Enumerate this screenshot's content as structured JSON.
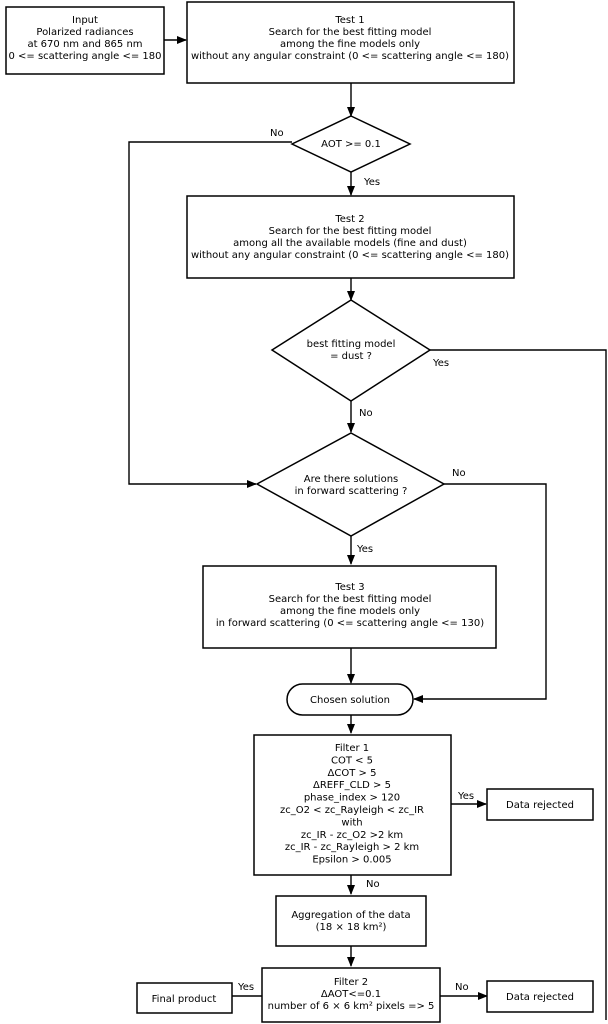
{
  "nodes": {
    "input": [
      "Input",
      "Polarized radiances",
      "at 670 nm and 865 nm",
      "0 <= scattering angle <= 180"
    ],
    "test1": [
      "Test 1",
      "Search for the best fitting model",
      "among the fine models only",
      "without any angular constraint (0 <= scattering angle <= 180)"
    ],
    "dec_aot": [
      "AOT >= 0.1"
    ],
    "test2": [
      "Test 2",
      "Search for the best fitting model",
      "among all the available models (fine and dust)",
      "without any angular constraint (0 <= scattering angle <= 180)"
    ],
    "dec_dust": [
      "best fitting model",
      "= dust ?"
    ],
    "dec_forward": [
      "Are there solutions",
      "in forward scattering ?"
    ],
    "test3": [
      "Test 3",
      "Search for the best fitting model",
      "among the fine models only",
      "in forward scattering (0 <= scattering angle <= 130)"
    ],
    "chosen": [
      "Chosen solution"
    ],
    "filter1": [
      "Filter 1",
      "COT < 5",
      "ΔCOT > 5",
      "ΔREFF_CLD > 5",
      "phase_index > 120",
      "zc_O2 < zc_Rayleigh < zc_IR",
      "with",
      "zc_IR - zc_O2 >2 km",
      "zc_IR - zc_Rayleigh > 2 km",
      "Epsilon > 0.005"
    ],
    "rejected1": [
      "Data rejected"
    ],
    "aggregation": [
      "Aggregation of the data",
      "(18 × 18 km²)"
    ],
    "filter2": [
      "Filter 2",
      "ΔAOT<=0.1",
      "number of 6 × 6 km² pixels => 5"
    ],
    "final": [
      "Final product"
    ],
    "rejected2": [
      "Data rejected"
    ]
  },
  "labels": {
    "aot_no": "No",
    "aot_yes": "Yes",
    "dust_yes": "Yes",
    "dust_no": "No",
    "forward_no": "No",
    "forward_yes": "Yes",
    "filter1_yes": "Yes",
    "filter1_no": "No",
    "filter2_yes": "Yes",
    "filter2_no": "No"
  }
}
